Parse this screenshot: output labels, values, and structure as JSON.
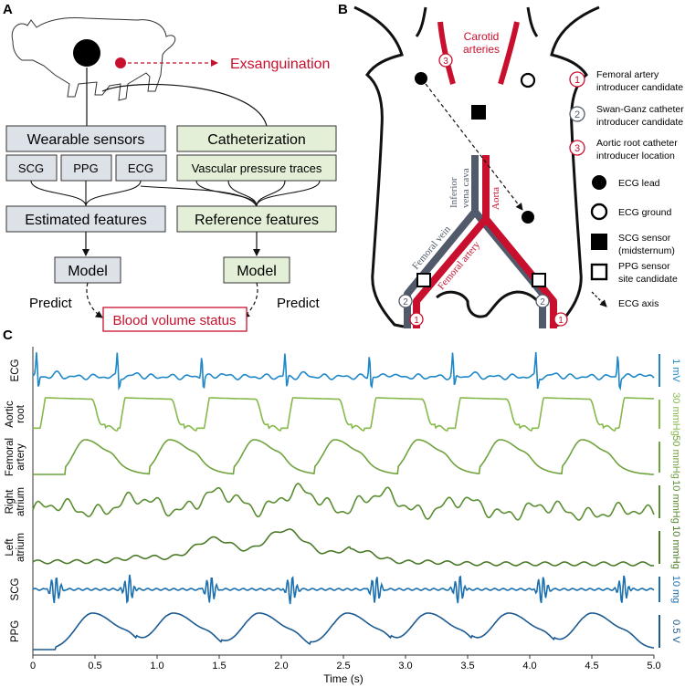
{
  "panels": {
    "a": "A",
    "b": "B",
    "c": "C"
  },
  "colors": {
    "red": "#c8102e",
    "gray_box": "#dde1e8",
    "green_box": "#e3efd6",
    "ecg": "#1f88c8",
    "aortic": "#86b94a",
    "femoral": "#6fa33e",
    "right_atrium": "#5b8e32",
    "left_atrium": "#4a7a28",
    "scg": "#1a6fae",
    "ppg": "#1c5a92",
    "vein": "#505a6a"
  },
  "panel_a": {
    "exsanguination": "Exsanguination",
    "wearable_sensors": "Wearable sensors",
    "catheterization": "Catheterization",
    "scg": "SCG",
    "ppg": "PPG",
    "ecg": "ECG",
    "vascular": "Vascular pressure traces",
    "estimated": "Estimated features",
    "reference": "Reference features",
    "model_left": "Model",
    "model_right": "Model",
    "predict_left": "Predict",
    "predict_right": "Predict",
    "blood_volume": "Blood volume status"
  },
  "panel_b": {
    "carotid_1": "Carotid",
    "carotid_2": "arteries",
    "ivc_1": "Inferior",
    "ivc_2": "vena cava",
    "aorta": "Aorta",
    "femoral_vein": "Femoral vein",
    "femoral_artery": "Femoral artery",
    "marker_1": "1",
    "marker_2": "2",
    "marker_3": "3",
    "legend": [
      {
        "num": "1",
        "lines": [
          "Femoral artery",
          "introducer candidate"
        ]
      },
      {
        "num": "2",
        "lines": [
          "Swan-Ganz catheter",
          "introducer candidate"
        ]
      },
      {
        "num": "3",
        "lines": [
          "Aortic root catheter",
          "introducer location"
        ]
      },
      {
        "lines": [
          "ECG lead"
        ]
      },
      {
        "lines": [
          "ECG ground"
        ]
      },
      {
        "lines": [
          "SCG sensor",
          "(midsternum)"
        ]
      },
      {
        "lines": [
          "PPG sensor",
          "site candidate"
        ]
      },
      {
        "lines": [
          "ECG axis"
        ]
      }
    ]
  },
  "chart_data": {
    "type": "line",
    "xlabel": "Time (s)",
    "xlim": [
      0,
      5
    ],
    "xticks": [
      "0",
      "0.5",
      "1.0",
      "1.5",
      "2.0",
      "2.5",
      "3.0",
      "3.5",
      "4.0",
      "4.5",
      "5.0"
    ],
    "series": [
      {
        "name": "ECG",
        "scale": "1 mV",
        "beats_s": [
          0.03,
          0.68,
          1.36,
          2.03,
          2.71,
          3.38,
          4.05,
          4.71
        ]
      },
      {
        "name": "Aortic root",
        "scale": "30 mmHg",
        "beats_s": [
          0.06,
          0.7,
          1.38,
          2.05,
          2.72,
          3.4,
          4.07,
          4.72
        ]
      },
      {
        "name": "Femoral artery",
        "scale": "50 mmHg",
        "peaks_s": [
          0.42,
          1.1,
          1.78,
          2.43,
          3.1,
          3.76,
          4.42
        ]
      },
      {
        "name": "Right atrium",
        "scale": "10 mmHg"
      },
      {
        "name": "Left atrium",
        "scale": "10 mmHg"
      },
      {
        "name": "SCG",
        "scale": "10 mg",
        "bursts_s": [
          0.18,
          0.77,
          1.43,
          2.08,
          2.76,
          3.43,
          4.1,
          4.75
        ]
      },
      {
        "name": "PPG",
        "scale": "0.5 V",
        "peaks_s": [
          0.48,
          1.13,
          1.82,
          2.53,
          3.18,
          3.83,
          4.5
        ]
      }
    ],
    "track_labels": [
      [
        "ECG"
      ],
      [
        "Aortic",
        "root"
      ],
      [
        "Femoral",
        "artery"
      ],
      [
        "Right",
        "atrium"
      ],
      [
        "Left",
        "atrium"
      ],
      [
        "SCG"
      ],
      [
        "PPG"
      ]
    ]
  }
}
